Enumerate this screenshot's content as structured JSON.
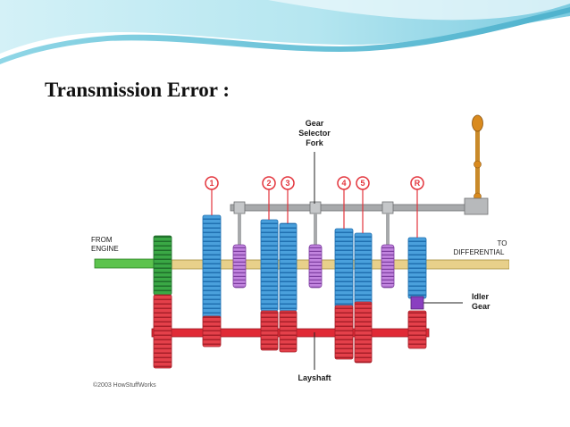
{
  "slide": {
    "title": "Transmission Error :",
    "theme_colors": {
      "wave_light": "#cfeff6",
      "wave_mid": "#8fd6e6",
      "wave_dark": "#5bbad2",
      "title": "#111111"
    }
  },
  "diagram": {
    "labels": {
      "selector_fork": [
        "Gear",
        "Selector",
        "Fork"
      ],
      "from_engine": [
        "FROM",
        "ENGINE"
      ],
      "to_differential": [
        "TO",
        "DIFFERENTIAL"
      ],
      "idler_gear": [
        "Idler",
        "Gear"
      ],
      "layshaft": "Layshaft",
      "copyright": "©2003 HowStuffWorks"
    },
    "gear_numbers": [
      "1",
      "2",
      "3",
      "4",
      "5",
      "R"
    ],
    "colors": {
      "main_gear": "#4aa0dc",
      "lay_gear": "#e4404a",
      "collar": "#b36fd0",
      "idler": "#8a3fc0",
      "input_gear": "#3aa845",
      "input_shaft": "#5cc34d",
      "output_shaft": "#e8d08a",
      "lay_shaft": "#e02a36",
      "fork_rail": "#a7a9ab",
      "lever_knob": "#d98a1e",
      "number_circle": "#e3343c"
    }
  }
}
